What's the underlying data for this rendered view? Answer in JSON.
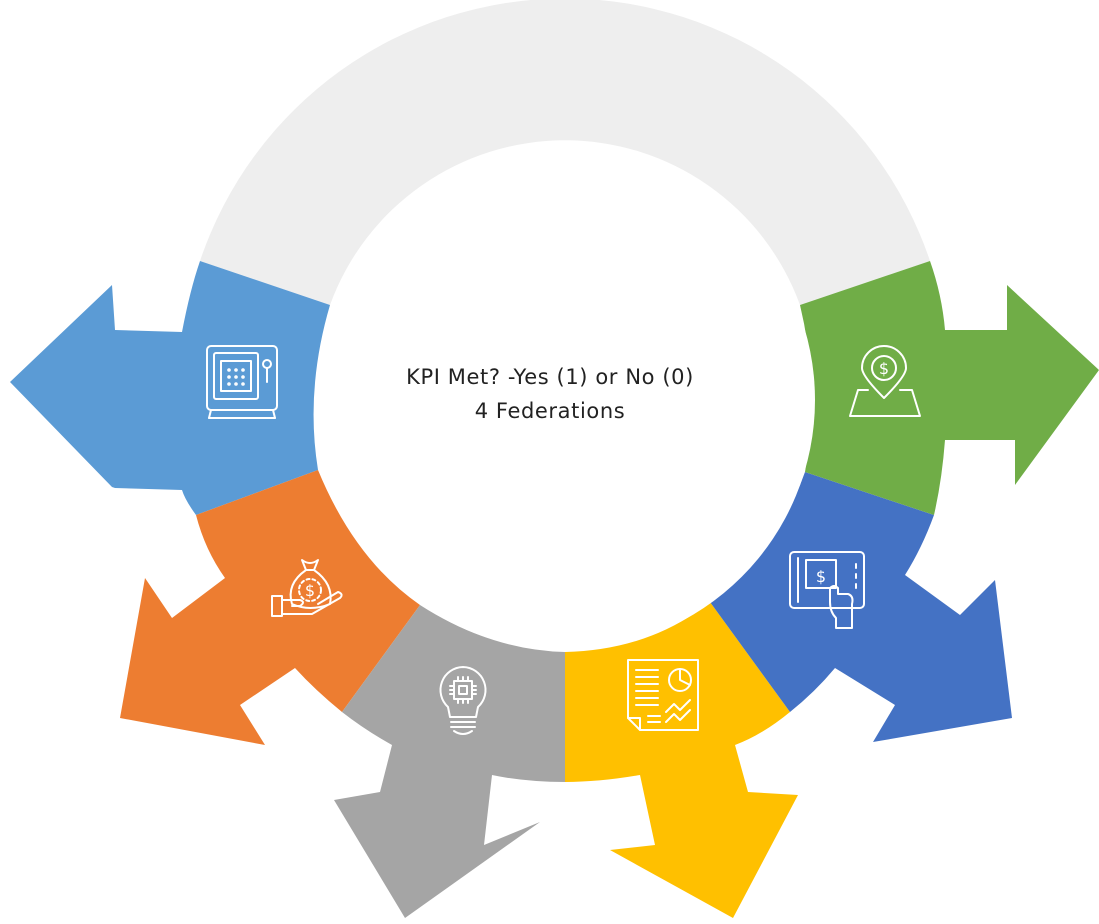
{
  "center": {
    "line1": "KPI Met? -Yes (1) or No (0)",
    "line2": "4 Federations"
  },
  "segments": [
    {
      "key": "top",
      "color": "#eeeeee",
      "icon": "none"
    },
    {
      "key": "left-upper",
      "color": "#5b9bd5",
      "icon": "safe-icon"
    },
    {
      "key": "left-lower",
      "color": "#ed7d31",
      "icon": "money-bag-hand-icon"
    },
    {
      "key": "bottom-left",
      "color": "#a5a5a5",
      "icon": "lightbulb-chip-icon"
    },
    {
      "key": "bottom-right",
      "color": "#ffc000",
      "icon": "report-chart-icon"
    },
    {
      "key": "right-lower",
      "color": "#4472c4",
      "icon": "tablet-payment-icon"
    },
    {
      "key": "right-upper",
      "color": "#70ad47",
      "icon": "location-dollar-icon"
    }
  ]
}
